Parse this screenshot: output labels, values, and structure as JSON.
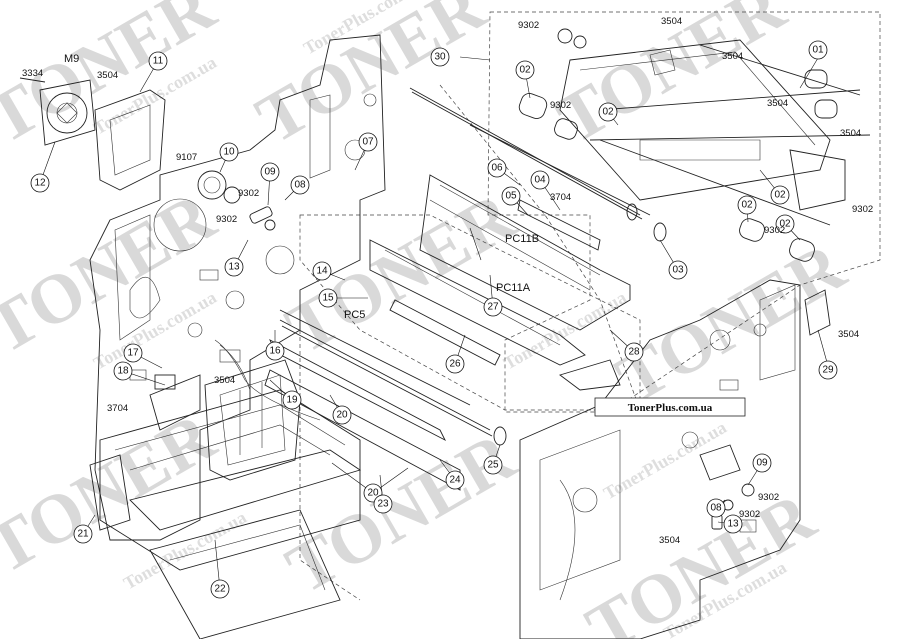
{
  "watermark": {
    "brand": "TONER",
    "site": "TonerPlus.com.ua"
  },
  "site_tag": "TonerPlus.com.ua",
  "callouts": [
    "01",
    "02",
    "02",
    "02",
    "02",
    "02",
    "03",
    "04",
    "05",
    "06",
    "07",
    "08",
    "08",
    "09",
    "09",
    "10",
    "11",
    "12",
    "13",
    "13",
    "14",
    "15",
    "16",
    "17",
    "18",
    "19",
    "20",
    "20",
    "21",
    "22",
    "23",
    "24",
    "25",
    "26",
    "27",
    "28",
    "29",
    "30"
  ],
  "signals": [
    "M9",
    "PC11B",
    "PC11A",
    "PC5"
  ],
  "codes": [
    "3334",
    "3504",
    "9107",
    "9302",
    "3704"
  ]
}
